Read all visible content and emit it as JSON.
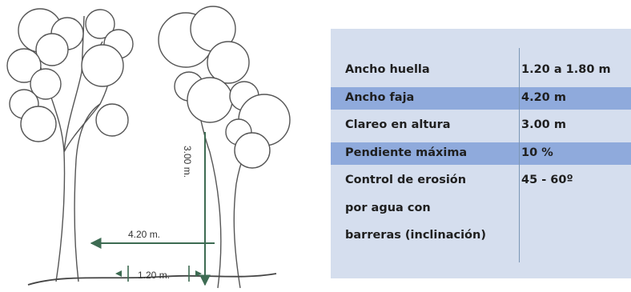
{
  "diagram": {
    "height_label": "3.00 m.",
    "spacing_label": "4.20 m.",
    "width_label": "1.20 m."
  },
  "spec_table": {
    "rows": [
      {
        "label": "Ancho huella",
        "value": "1.20 a 1.80 m",
        "highlight": false
      },
      {
        "label": "Ancho faja",
        "value": "4.20 m",
        "highlight": true
      },
      {
        "label": "Clareo en altura",
        "value": "3.00 m",
        "highlight": false
      },
      {
        "label": "Pendiente máxima",
        "value": "10 %",
        "highlight": true
      },
      {
        "label": "Control de erosión",
        "value": "45 - 60º",
        "highlight": false
      },
      {
        "label": "por agua con",
        "value": "",
        "highlight": false
      },
      {
        "label": "barreras (inclinación)",
        "value": "",
        "highlight": false
      }
    ]
  },
  "colors": {
    "panel_bg": "#d5deee",
    "row_highlight": "#8faadc",
    "arrow": "#3d6b52"
  }
}
